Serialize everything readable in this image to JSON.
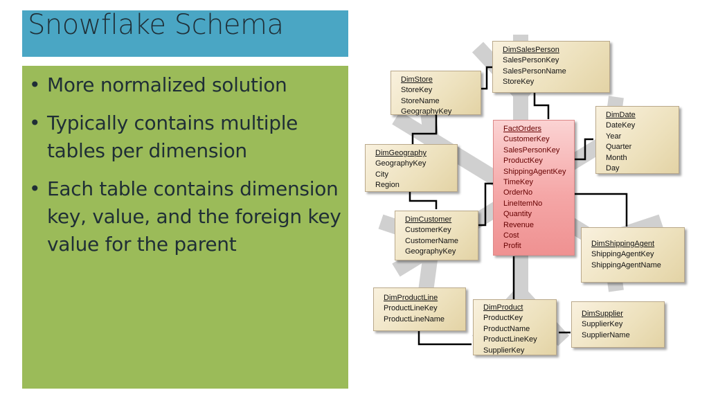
{
  "slide": {
    "title": "Snowflake Schema",
    "bullets": [
      "More normalized solution",
      "Typically contains multiple tables per dimension",
      "Each table contains dimension key, value, and the foreign key value for the parent"
    ]
  },
  "diagram": {
    "tables": [
      {
        "name": "FactOrders",
        "fields": [
          "CustomerKey",
          "SalesPersonKey",
          "ProductKey",
          "ShippingAgentKey",
          "TimeKey",
          "OrderNo",
          "LineItemNo",
          "Quantity",
          "Revenue",
          "Cost",
          "Profit"
        ]
      },
      {
        "name": "DimSalesPerson",
        "fields": [
          "SalesPersonKey",
          "SalesPersonName",
          "StoreKey"
        ]
      },
      {
        "name": "DimStore",
        "fields": [
          "StoreKey",
          "StoreName",
          "GeographyKey"
        ]
      },
      {
        "name": "DimGeography",
        "fields": [
          "GeographyKey",
          "City",
          "Region"
        ]
      },
      {
        "name": "DimCustomer",
        "fields": [
          "CustomerKey",
          "CustomerName",
          "GeographyKey"
        ]
      },
      {
        "name": "DimDate",
        "fields": [
          "DateKey",
          "Year",
          "Quarter",
          "Month",
          "Day"
        ]
      },
      {
        "name": "DimShippingAgent",
        "fields": [
          "ShippingAgentKey",
          "ShippingAgentName"
        ]
      },
      {
        "name": "DimProductLine",
        "fields": [
          "ProductLineKey",
          "ProductLineName"
        ]
      },
      {
        "name": "DimProduct",
        "fields": [
          "ProductKey",
          "ProductName",
          "ProductLineKey",
          "SupplierKey"
        ]
      },
      {
        "name": "DimSupplier",
        "fields": [
          "SupplierKey",
          "SupplierName"
        ]
      }
    ],
    "colors": {
      "dimension": "#ede1bd",
      "fact": "#f5a7a7",
      "snowflake_watermark": "#d0d0d0",
      "connector": "#000000"
    }
  }
}
